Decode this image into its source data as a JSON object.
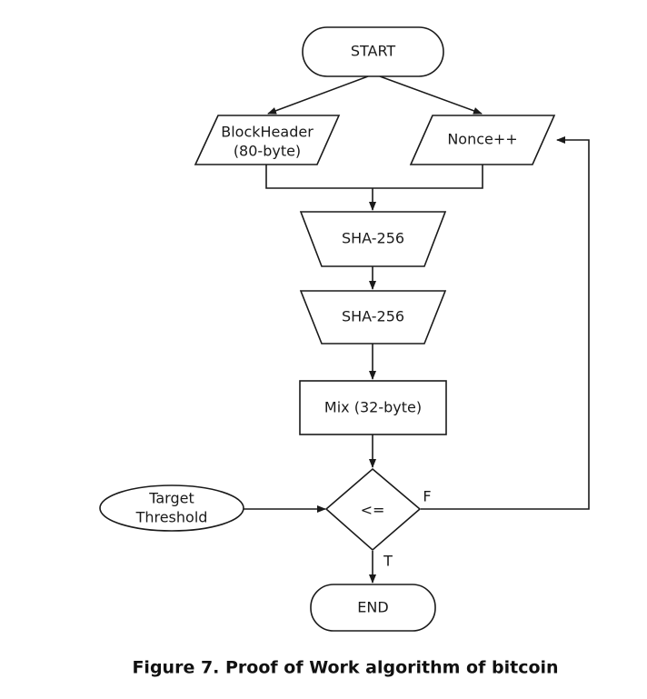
{
  "diagram": {
    "nodes": {
      "start": "START",
      "block_header_line1": "BlockHeader",
      "block_header_line2": "(80-byte)",
      "nonce": "Nonce++",
      "sha256_first": "SHA-256",
      "sha256_second": "SHA-256",
      "mix": "Mix (32-byte)",
      "decision": "<=",
      "target_line1": "Target",
      "target_line2": "Threshold",
      "end": "END"
    },
    "edge_labels": {
      "false_branch": "F",
      "true_branch": "T"
    }
  },
  "caption": "Figure 7. Proof of Work algorithm of bitcoin"
}
